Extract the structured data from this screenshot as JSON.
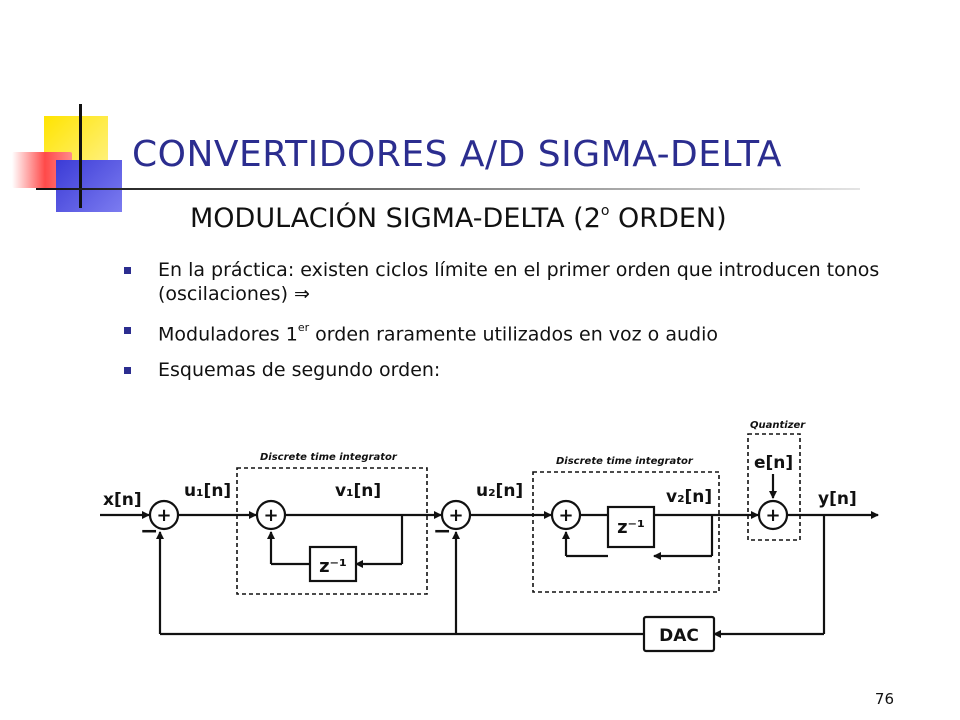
{
  "slide": {
    "title": "CONVERTIDORES A/D SIGMA-DELTA",
    "subtitle_main": "MODULACIÓN SIGMA-DELTA (2",
    "subtitle_sup": "o",
    "subtitle_end": " ORDEN)",
    "page_number": "76"
  },
  "bullets": [
    {
      "text": "En la práctica: existen ciclos límite en el primer orden que introducen tonos (oscilaciones) ⇒"
    },
    {
      "text_before": "Moduladores 1",
      "text_sup": "er",
      "text_after": " orden raramente utilizados en voz o audio"
    },
    {
      "text": "Esquemas de segundo orden:"
    }
  ],
  "diagram": {
    "labels": {
      "input": "x[n]",
      "output": "y[n]",
      "u1": "u₁[n]",
      "v1": "v₁[n]",
      "u2": "u₂[n]",
      "v2": "v₂[n]",
      "error": "e[n]",
      "integrator1": "Discrete time integrator",
      "integrator2": "Discrete time integrator",
      "quantizer": "Quantizer",
      "delay1": "z⁻¹",
      "delay2": "z⁻¹",
      "dac": "DAC",
      "plus": "+",
      "minus": "−"
    }
  }
}
